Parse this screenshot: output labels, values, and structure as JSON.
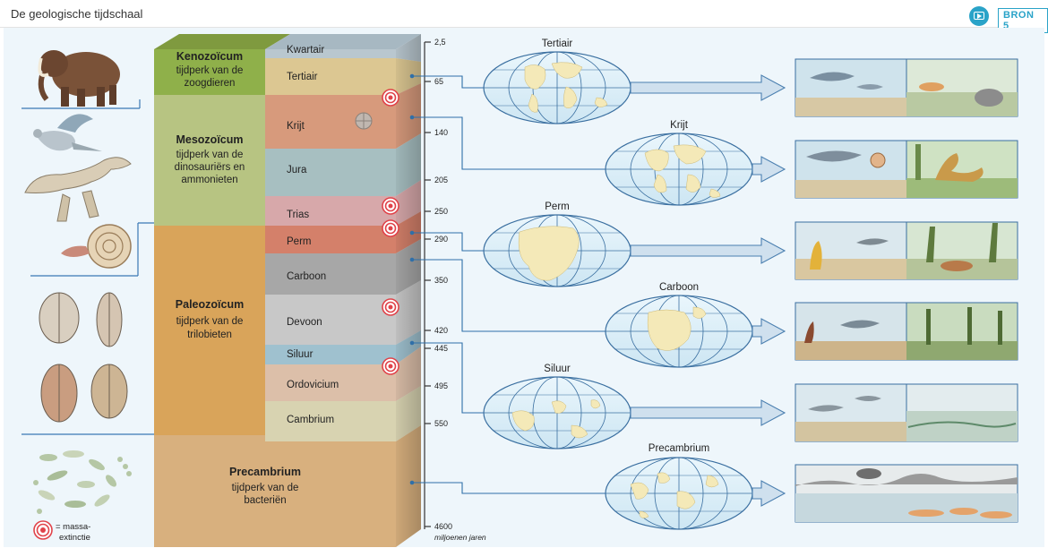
{
  "header": {
    "title": "De geologische tijdschaal",
    "source_badge": "BRON 5"
  },
  "eras": [
    {
      "name": "Kenozoïcum",
      "lines": [
        "tijdperk van de",
        "zoogdieren"
      ],
      "color": "#8fb04a"
    },
    {
      "name": "Mesozoïcum",
      "lines": [
        "tijdperk van de",
        "dinosauriërs en",
        "ammonieten"
      ],
      "color": "#b7c482"
    },
    {
      "name": "Paleozoïcum",
      "lines": [
        "tijdperk van de",
        "trilobieten"
      ],
      "color": "#d9a45a"
    },
    {
      "name": "Precambrium",
      "lines": [
        "tijdperk van de",
        "bacteriën"
      ],
      "color": "#d8b07e"
    }
  ],
  "periods": [
    {
      "name": "Kwartair",
      "color": "#b9c7cf"
    },
    {
      "name": "Tertiair",
      "color": "#dcc792"
    },
    {
      "name": "Krijt",
      "color": "#d79a7c"
    },
    {
      "name": "Jura",
      "color": "#a7bfc1"
    },
    {
      "name": "Trias",
      "color": "#d7a8aa"
    },
    {
      "name": "Perm",
      "color": "#d4806a"
    },
    {
      "name": "Carboon",
      "color": "#a7a7a7"
    },
    {
      "name": "Devoon",
      "color": "#c8c8c8"
    },
    {
      "name": "Siluur",
      "color": "#9fc1cf"
    },
    {
      "name": "Ordovicium",
      "color": "#dcbfa9"
    },
    {
      "name": "Cambrium",
      "color": "#d8d3b1"
    }
  ],
  "ticks": [
    "2,5",
    "65",
    "140",
    "205",
    "250",
    "290",
    "350",
    "420",
    "445",
    "495",
    "550",
    "4600"
  ],
  "time_unit": "miljoenen jaren",
  "maps": [
    {
      "label": "Tertiair"
    },
    {
      "label": "Krijt"
    },
    {
      "label": "Perm"
    },
    {
      "label": "Carboon"
    },
    {
      "label": "Siluur"
    },
    {
      "label": "Precambrium"
    }
  ],
  "legend": {
    "text_line1": "= massa-",
    "text_line2": "extinctie"
  },
  "colors": {
    "accent": "#2aa3c8",
    "extinction_mark": "#e0434a",
    "arrow_fill": "#cfe0ee",
    "arrow_stroke": "#4a7fb0",
    "connector": "#2f6fa8"
  }
}
